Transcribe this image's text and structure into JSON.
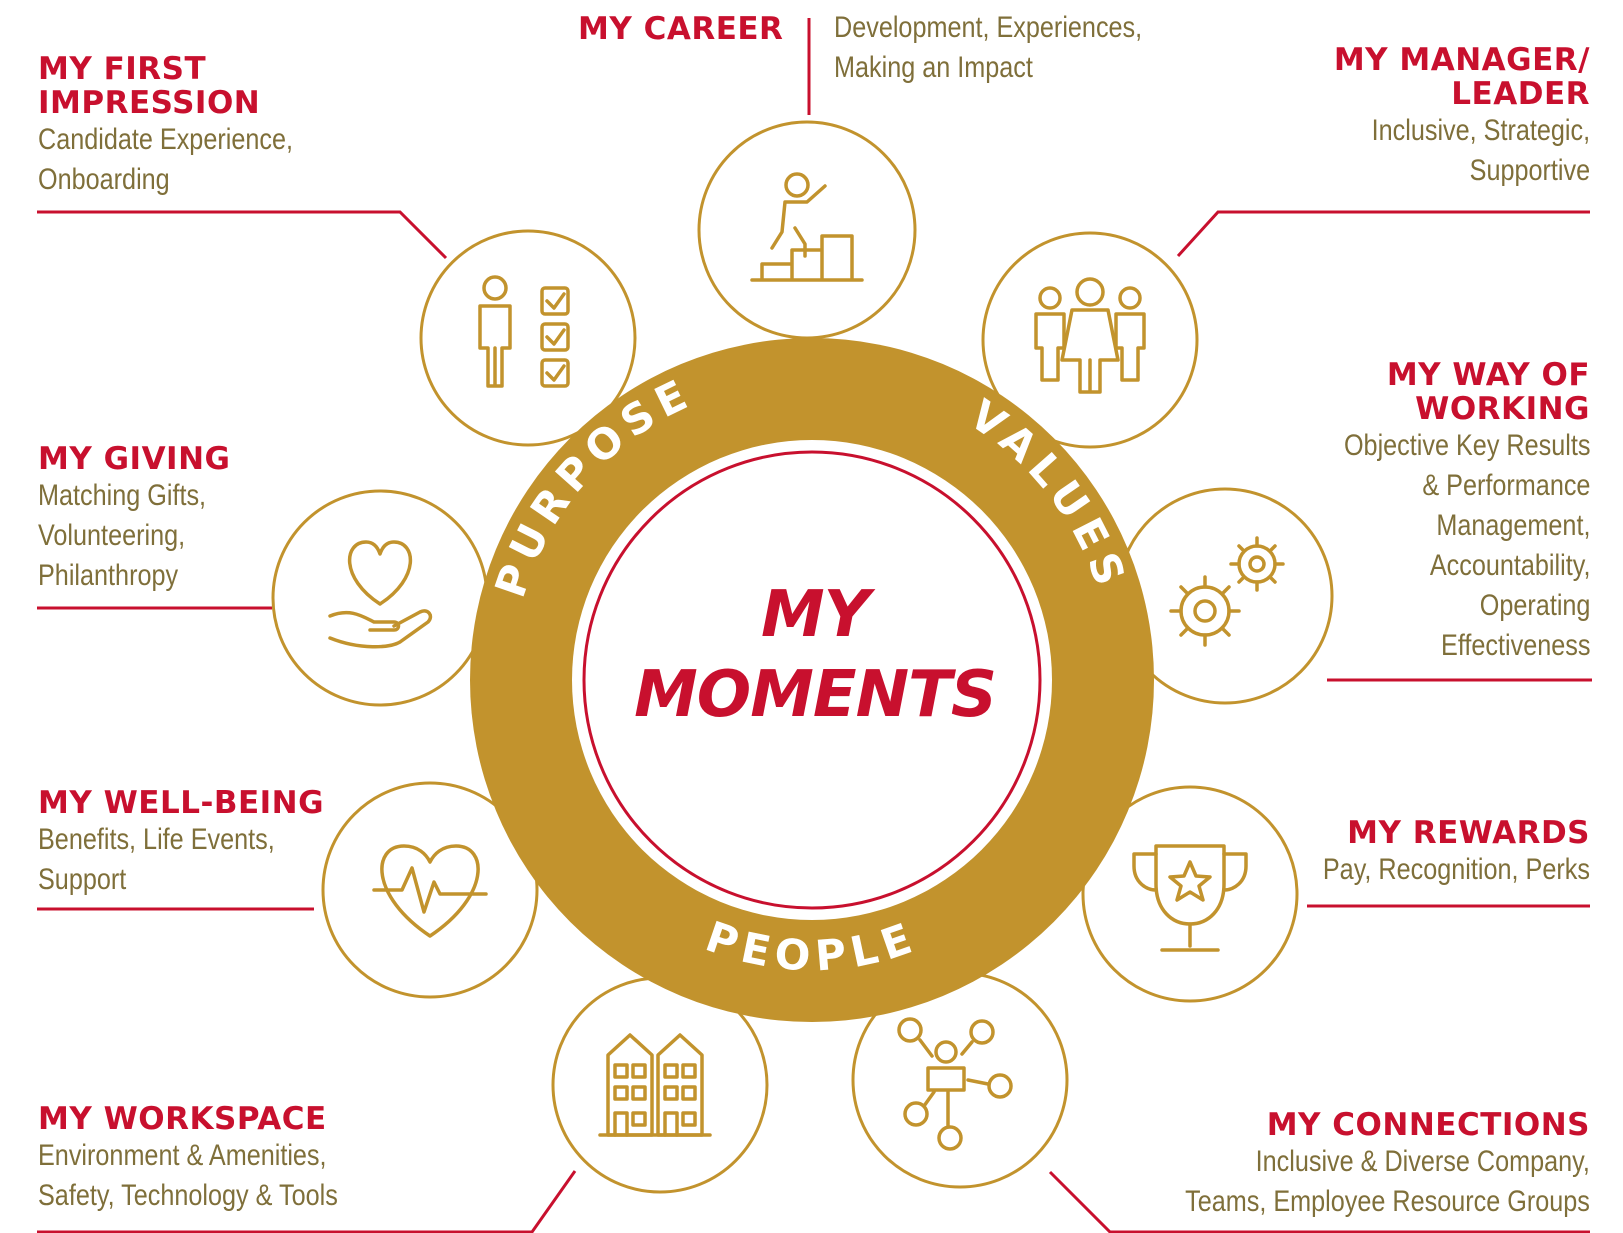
{
  "center": {
    "line1": "MY",
    "line2": "MOMENTS"
  },
  "ring": {
    "purpose": "PURPOSE",
    "values": "VALUES",
    "people": "PEOPLE"
  },
  "colors": {
    "gold": "#c2932d",
    "red": "#c8102e",
    "text_gold": "#7f6f3a",
    "white": "#ffffff"
  },
  "moments": {
    "career": {
      "title": "MY CAREER",
      "lines": [
        "Development, Experiences,",
        "Making an Impact"
      ],
      "icon": "career-steps-icon"
    },
    "first_impression": {
      "title_lines": [
        "MY FIRST",
        "IMPRESSION"
      ],
      "lines": [
        "Candidate Experience,",
        "Onboarding"
      ],
      "icon": "checklist-person-icon"
    },
    "manager": {
      "title_lines": [
        "MY MANAGER/",
        "LEADER"
      ],
      "lines": [
        "Inclusive, Strategic,",
        "Supportive"
      ],
      "icon": "team-leader-icon"
    },
    "giving": {
      "title": "MY GIVING",
      "lines": [
        "Matching Gifts,",
        "Volunteering,",
        "Philanthropy"
      ],
      "icon": "heart-hand-icon"
    },
    "way_of_working": {
      "title_lines": [
        "MY WAY OF",
        "WORKING"
      ],
      "lines": [
        "Objective Key Results",
        "& Performance",
        "Management,",
        "Accountability,",
        "Operating",
        "Effectiveness"
      ],
      "icon": "gears-icon"
    },
    "well_being": {
      "title": "MY WELL-BEING",
      "lines": [
        "Benefits, Life Events,",
        "Support"
      ],
      "icon": "heartbeat-icon"
    },
    "rewards": {
      "title": "MY REWARDS",
      "lines": [
        "Pay, Recognition, Perks"
      ],
      "icon": "trophy-icon"
    },
    "workspace": {
      "title": "MY WORKSPACE",
      "lines": [
        "Environment & Amenities,",
        "Safety, Technology & Tools"
      ],
      "icon": "buildings-icon"
    },
    "connections": {
      "title": "MY CONNECTIONS",
      "lines": [
        "Inclusive & Diverse Company,",
        "Teams, Employee Resource Groups"
      ],
      "icon": "network-icon"
    }
  }
}
